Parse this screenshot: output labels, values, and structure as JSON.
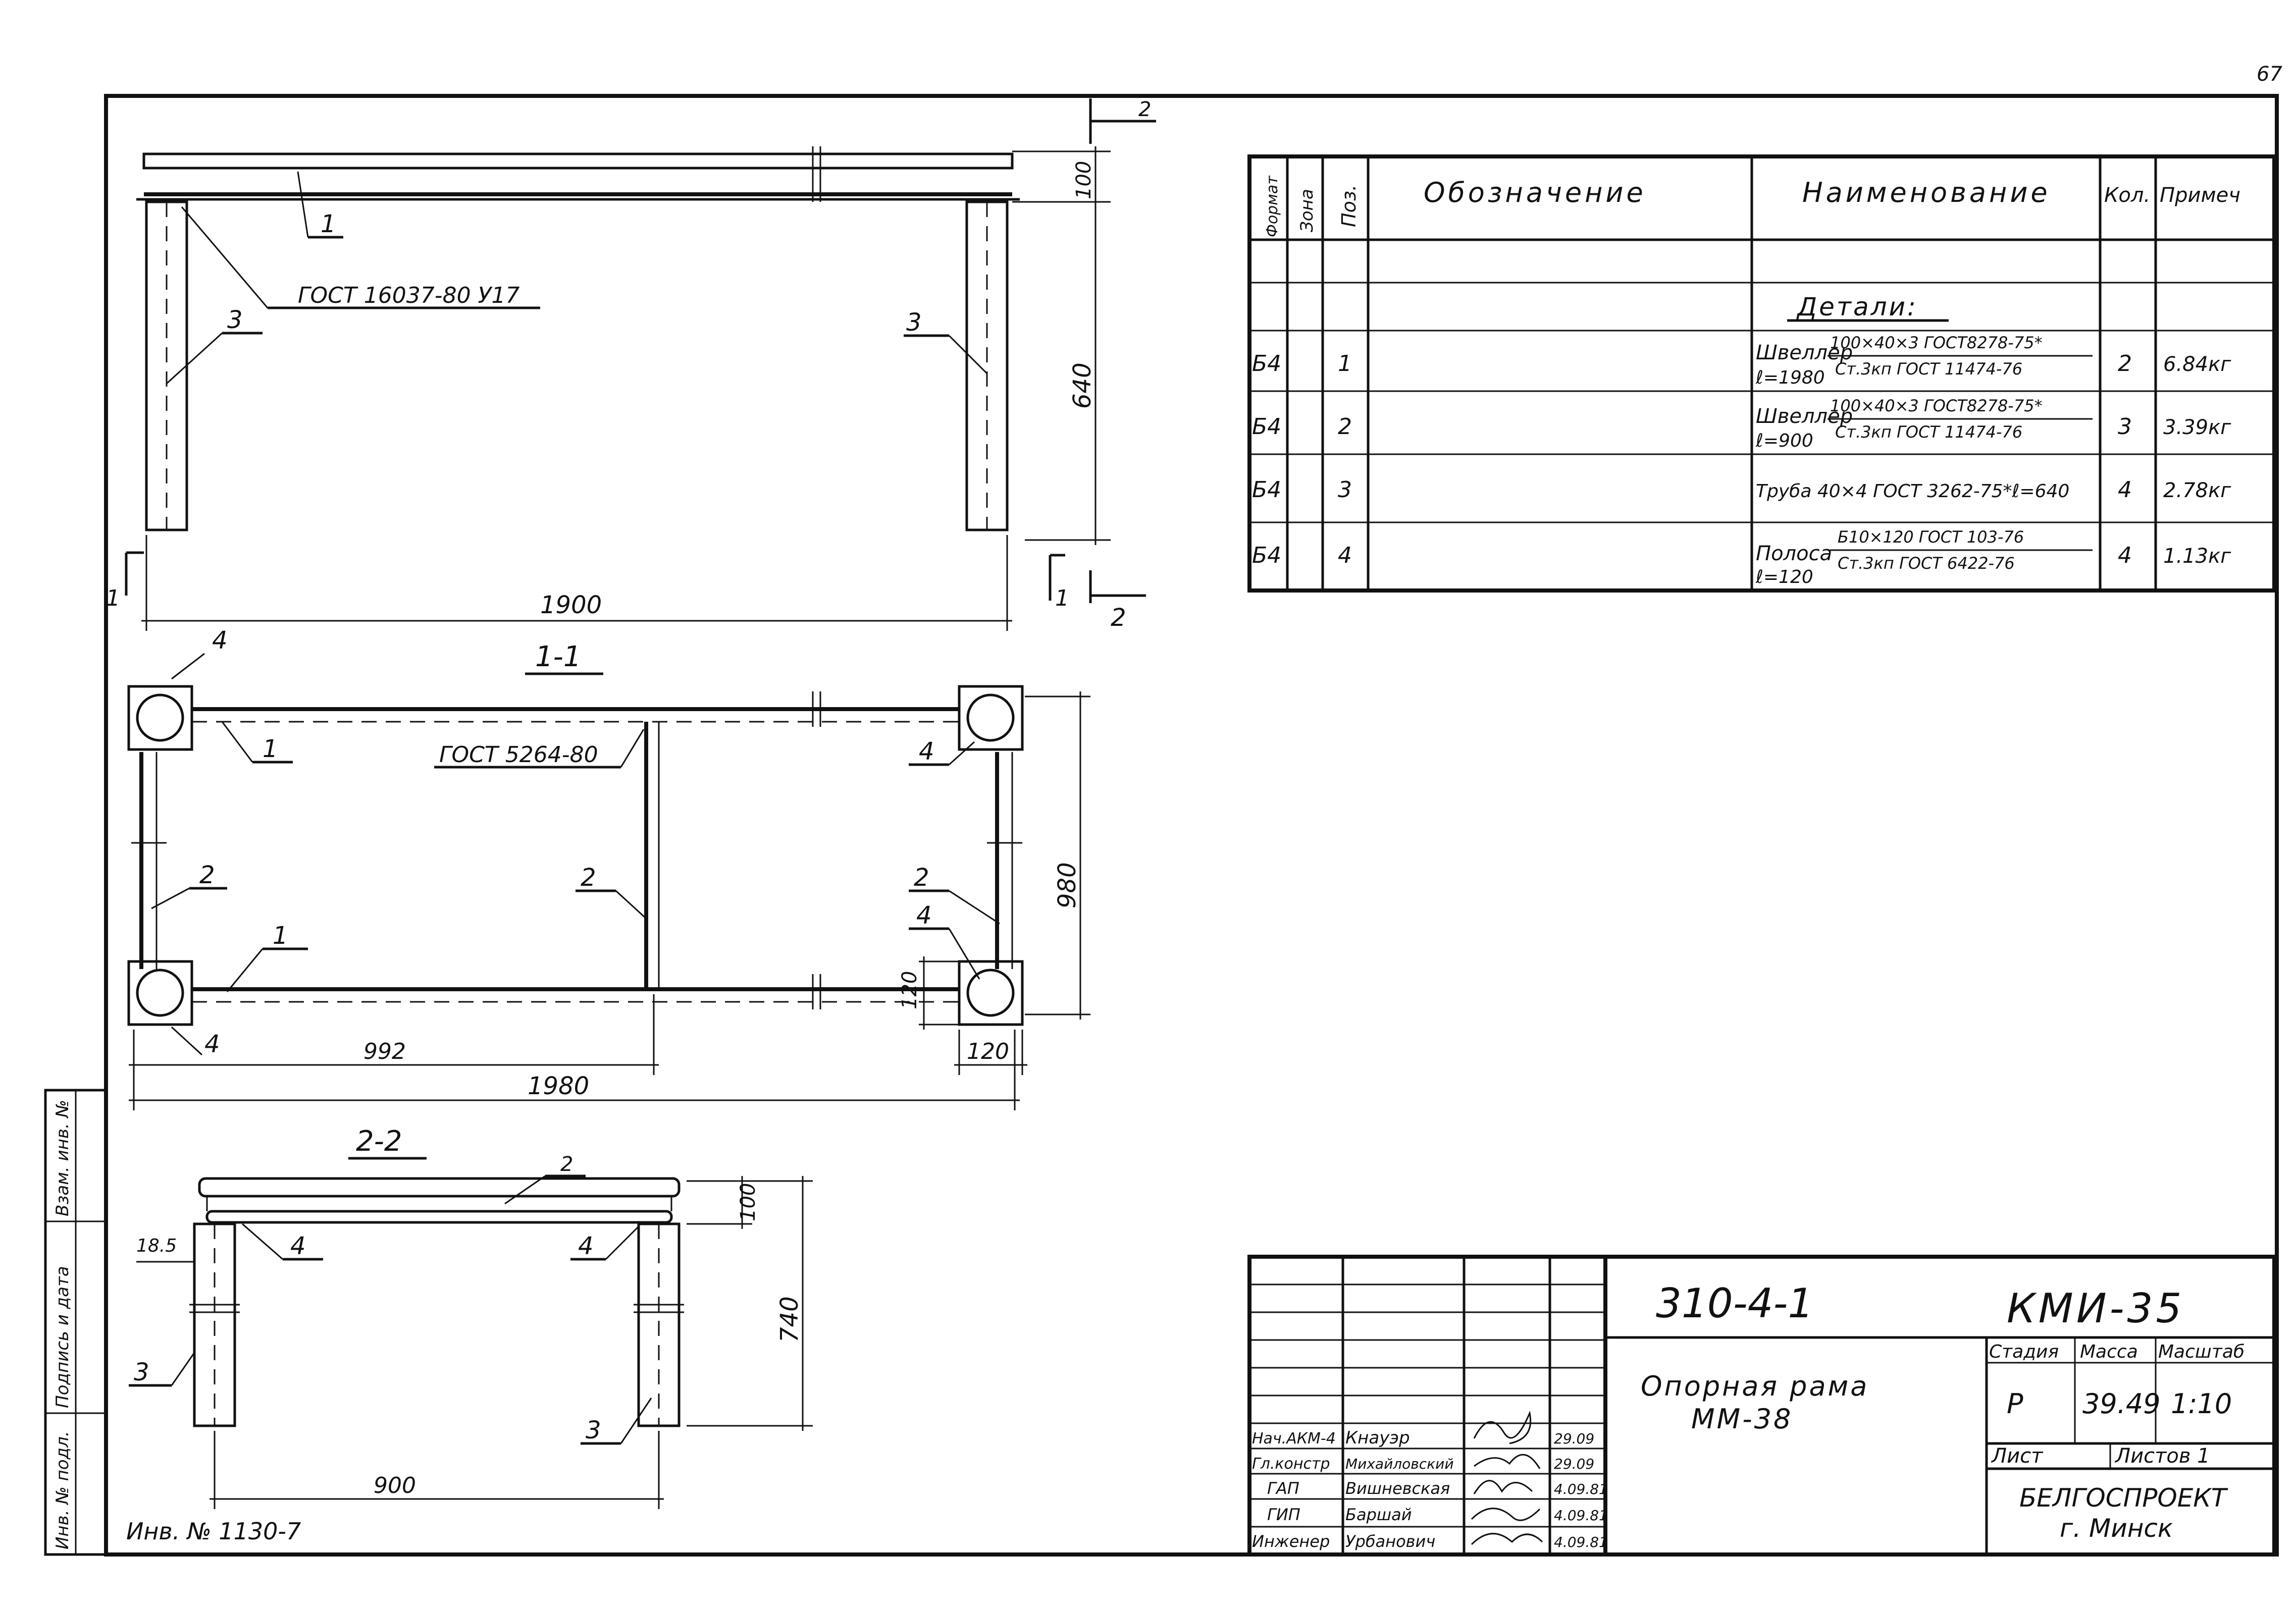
{
  "page_number": "67",
  "inventory_number": "Инв. № 1130-7",
  "side_stamp": [
    "Инв. № подл.",
    "Подпись и дата",
    "Взам. инв. №"
  ],
  "views": {
    "top_title": "",
    "section_1": "1-1",
    "section_2": "2-2",
    "cut_1": "1",
    "cut_2": "2",
    "callouts": {
      "gost_weld": "ГОСТ 16037-80 У17",
      "gost_tube": "ГОСТ 5264-80"
    },
    "dims": {
      "d100": "100",
      "d640": "640",
      "d1900": "1900",
      "d980": "980",
      "d120a": "120",
      "d120b": "120",
      "d992": "992",
      "d1980": "1980",
      "d100b": "100",
      "d740": "740",
      "d185": "18.5",
      "d900": "900"
    },
    "positions": {
      "p1": "1",
      "p3": "3",
      "p1b": "1",
      "p3b": "3",
      "p4a": "4",
      "p4b": "4",
      "p4c": "4",
      "p4d": "4",
      "p1c": "1",
      "p1d": "1",
      "p2a": "2",
      "p2b": "2",
      "p2c": "2",
      "p2s": "2",
      "p4s1": "4",
      "p4s2": "4",
      "p3s1": "3",
      "p3s2": "3"
    }
  },
  "spec_table": {
    "headers": {
      "format": "Формат",
      "zone": "Зона",
      "pos": "Поз.",
      "designation": "Обозначение",
      "name": "Наименование",
      "qty": "Кол.",
      "note": "Примеч"
    },
    "section_label": "Детали:",
    "rows": [
      {
        "format": "Б4",
        "pos": "1",
        "name_left": "Швеллер",
        "name_top": "100×40×3 ГОСТ8278-75*",
        "name_bottom": "Ст.3кп ГОСТ 11474-76",
        "name_extra": "ℓ=1980",
        "qty": "2",
        "note": "6.84кг"
      },
      {
        "format": "Б4",
        "pos": "2",
        "name_left": "Швеллер",
        "name_top": "100×40×3 ГОСТ8278-75*",
        "name_bottom": "Ст.3кп ГОСТ 11474-76",
        "name_extra": "ℓ=900",
        "qty": "3",
        "note": "3.39кг"
      },
      {
        "format": "Б4",
        "pos": "3",
        "name_left": "Труба 40×4 ГОСТ 3262-75*ℓ=640",
        "name_top": "",
        "name_bottom": "",
        "name_extra": "",
        "qty": "4",
        "note": "2.78кг"
      },
      {
        "format": "Б4",
        "pos": "4",
        "name_left": "Полоса",
        "name_top": "Б10×120 ГОСТ 103-76",
        "name_bottom": "Ст.3кп ГОСТ 6422-76",
        "name_extra": "ℓ=120",
        "qty": "4",
        "note": "1.13кг"
      }
    ]
  },
  "title_block": {
    "series": "310-4-1",
    "sheet_code": "КМИ-35",
    "title_line1": "Опорная рама",
    "title_line2": "ММ-38",
    "stage_label": "Стадия",
    "mass_label": "Масса",
    "scale_label": "Масштаб",
    "stage": "Р",
    "mass": "39.49",
    "scale": "1:10",
    "sheet_label": "Лист",
    "sheets_label": "Листов 1",
    "org_line1": "БЕЛГОСПРОЕКТ",
    "org_line2": "г. Минск",
    "staff": [
      {
        "role": "Нач.АКМ-4",
        "name": "Кнауэр",
        "date": "29.09"
      },
      {
        "role": "Гл.констр",
        "name": "Михайловский",
        "date": "29.09"
      },
      {
        "role": "ГАП",
        "name": "Вишневская",
        "date": "4.09.81"
      },
      {
        "role": "ГИП",
        "name": "Баршай",
        "date": "4.09.81"
      },
      {
        "role": "Инженер",
        "name": "Урбанович",
        "date": "4.09.81"
      }
    ]
  }
}
